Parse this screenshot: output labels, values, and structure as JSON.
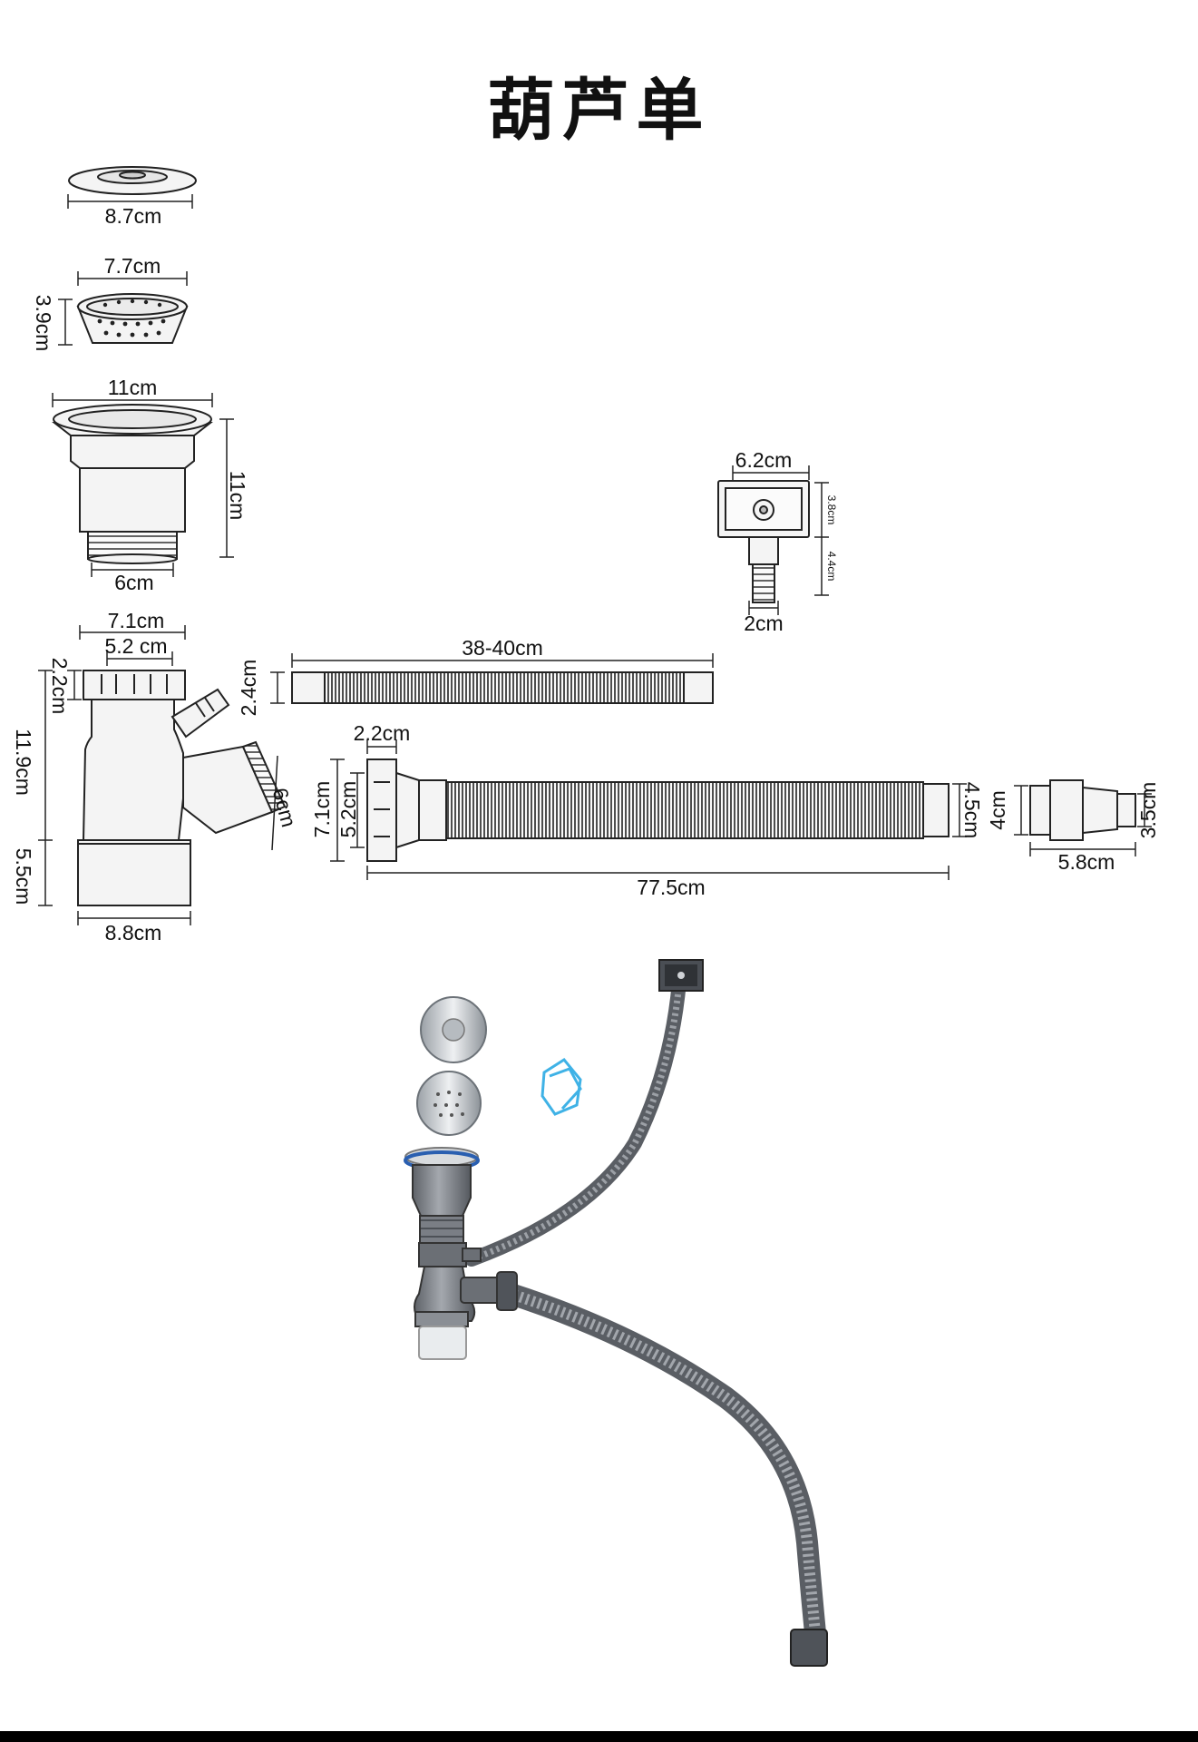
{
  "title": "葫芦单",
  "colors": {
    "line": "#222222",
    "part_fill": "#f2f2f2",
    "hose_dark": "#6e7278",
    "accent_blue": "#3fb2e6",
    "footer": "#000000"
  },
  "parts": {
    "plug": {
      "diameter": "8.7cm"
    },
    "basket": {
      "diameter": "7.7cm",
      "height": "3.9cm"
    },
    "strainer_body": {
      "top_width": "11cm",
      "height": "11cm",
      "bottom_width": "6cm"
    },
    "overflow_head": {
      "width": "6.2cm",
      "head_height": "3.8cm",
      "neck_height": "4.4cm",
      "tube_diameter": "2cm"
    },
    "trap": {
      "outer_width": "7.1cm",
      "inner_width": "5.2 cm",
      "top_height": "2.2cm",
      "body_height": "11.9cm",
      "bottom_height": "5.5cm",
      "side_outlet": "6cm",
      "bottom_width": "8.8cm"
    },
    "overflow_hose": {
      "length": "38-40cm",
      "diameter": "2.4cm"
    },
    "drain_hose": {
      "nut_height": "2.2cm",
      "nut_outer": "7.1cm",
      "nut_inner": "5.2cm",
      "end_diameter": "4.5cm",
      "length": "77.5cm"
    },
    "adapter": {
      "large_diameter": "4cm",
      "small_diameter": "3.5cm",
      "length": "5.8cm"
    }
  }
}
